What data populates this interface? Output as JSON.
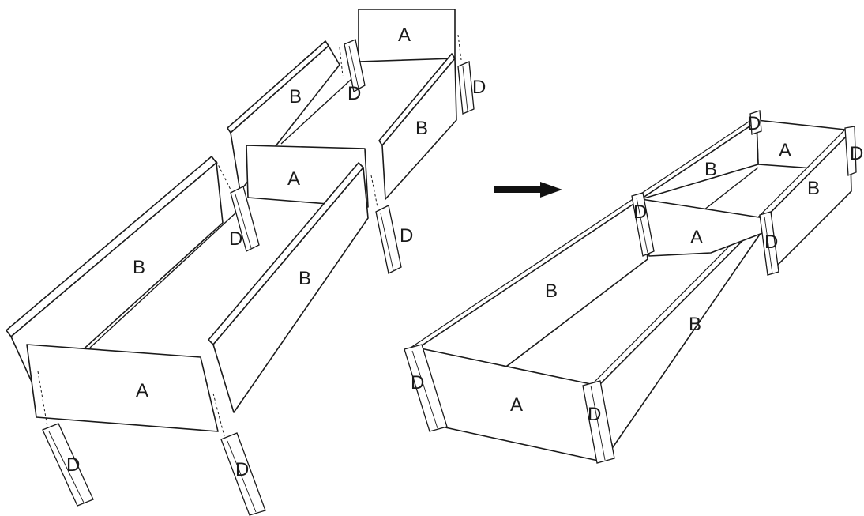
{
  "labels": {
    "panel_a": "A",
    "panel_b": "B",
    "post_d": "D"
  },
  "arrow_icon": "right-arrow-icon",
  "colors": {
    "ink": "#1a1a1a",
    "background": "#ffffff"
  }
}
